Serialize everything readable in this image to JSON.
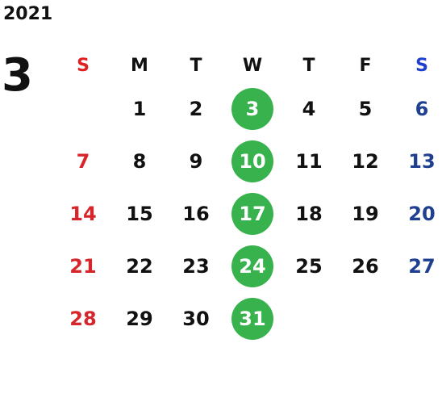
{
  "calendar": {
    "year": "2021",
    "month": "3",
    "weekdays": [
      "S",
      "M",
      "T",
      "W",
      "T",
      "F",
      "S"
    ],
    "weeks": [
      [
        "",
        "1",
        "2",
        "3",
        "4",
        "5",
        "6"
      ],
      [
        "7",
        "8",
        "9",
        "10",
        "11",
        "12",
        "13"
      ],
      [
        "14",
        "15",
        "16",
        "17",
        "18",
        "19",
        "20"
      ],
      [
        "21",
        "22",
        "23",
        "24",
        "25",
        "26",
        "27"
      ],
      [
        "28",
        "29",
        "30",
        "31",
        "",
        "",
        ""
      ]
    ],
    "highlighted_days": [
      "3",
      "10",
      "17",
      "24",
      "31"
    ],
    "colors": {
      "weekday_sunday": "#e02020",
      "weekday_saturday": "#1f3fd1",
      "sunday_dates": "#d7262b",
      "saturday_dates": "#1f3f91",
      "highlight": "#37b24d"
    }
  }
}
